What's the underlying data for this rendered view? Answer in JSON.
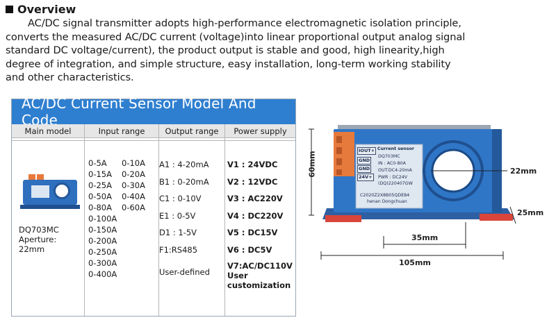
{
  "overview": {
    "title": "Overview",
    "lines": [
      "AC/DC signal transmitter adopts high-performance electromagnetic isolation principle,",
      "converts the measured AC/DC current (voltage)into linear proportional output analog signal",
      "standard DC voltage/current), the product output is stable and good, high linearity,high",
      "degree of integration, and simple structure, easy installation, long-term working stability",
      "and other characteristics."
    ]
  },
  "table": {
    "title": "AC/DC Current Sensor Model And Code",
    "headers": [
      "Main model",
      "Input range",
      "Output range",
      "Power supply"
    ],
    "model_lines": [
      "DQ703MC",
      "Aperture:",
      "22mm"
    ],
    "input_col1": [
      "0-5A",
      "0-15A",
      "0-25A",
      "0-50A",
      "0-80A",
      "0-100A",
      "0-150A",
      "0-200A",
      "0-250A",
      "0-300A",
      "0-400A"
    ],
    "input_col2": [
      "0-10A",
      "0-20A",
      "0-30A",
      "0-40A",
      "0-60A"
    ],
    "output": [
      "A1 : 4-20mA",
      "B1 : 0-20mA",
      "C1 : 0-10V",
      "E1 : 0-5V",
      "D1 : 1-5V",
      "F1:RS485"
    ],
    "output_extra": "User-defined",
    "power": [
      "V1 : 24VDC",
      "V2 : 12VDC",
      "V3 : AC220V",
      "V4 : DC220V",
      "V5 : DC15V",
      "V6 : DC5V"
    ],
    "power_extra": [
      "V7:AC/DC110V",
      "User",
      "customization"
    ]
  },
  "product": {
    "dimensions": {
      "height": "60mm",
      "aperture": "22mm",
      "depth": "25mm",
      "hole_offset": "35mm",
      "width": "105mm"
    },
    "sticker": {
      "title": "Current sensor",
      "model": "DQ703MC",
      "in": "IN : AC0-80A",
      "out": "OUT:DC4-20mA",
      "pwr": "PWR : DC24V",
      "code": "(DQ)220407GW",
      "serial": "C2020Z2X8B05QDE84",
      "maker": "henan Dongchuan",
      "tags": [
        "IOUT+",
        "GND",
        "GND",
        "24V+"
      ]
    }
  }
}
